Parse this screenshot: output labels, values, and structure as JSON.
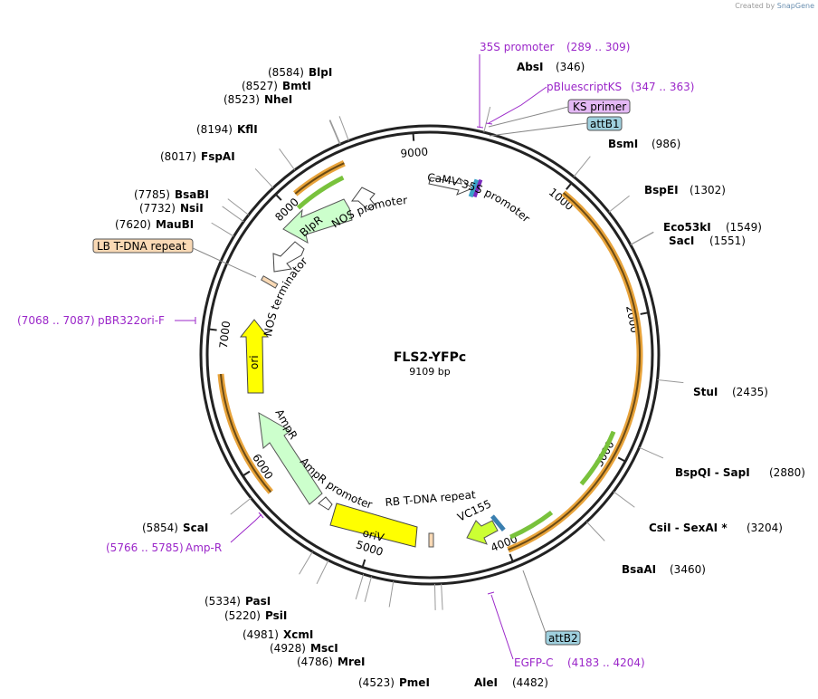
{
  "credit": {
    "prefix": "Created by",
    "brand": "SnapGene"
  },
  "plasmid": {
    "name": "FLS2-YFPc",
    "size_label": "9109 bp",
    "length": 9109
  },
  "colors": {
    "backbone": "#222222",
    "orf": "#e8a33a",
    "orf_inner": "#6a4a14",
    "green_orf": "#79c23c",
    "primer": "#9b27c9",
    "ori": "#ffff00",
    "ampr": "#ccffcc",
    "terminator": "#ffffff",
    "lb": "#f9d9b5",
    "attb": "#9fd0de",
    "ks": "#e4b8f5",
    "vc155": "#ccff33"
  },
  "ticks": [
    {
      "pos": 1000,
      "label": "1000"
    },
    {
      "pos": 2000,
      "label": "2000"
    },
    {
      "pos": 3000,
      "label": "3000"
    },
    {
      "pos": 4000,
      "label": "4000"
    },
    {
      "pos": 5000,
      "label": "5000"
    },
    {
      "pos": 6000,
      "label": "6000"
    },
    {
      "pos": 7000,
      "label": "7000"
    },
    {
      "pos": 8000,
      "label": "8000"
    },
    {
      "pos": 9000,
      "label": "9000"
    }
  ],
  "enzymes": [
    {
      "name": "AbsI",
      "pos_label": "(346)",
      "pos": 346
    },
    {
      "name": "BsmI",
      "pos_label": "(986)",
      "pos": 986
    },
    {
      "name": "BspEI",
      "pos_label": "(1302)",
      "pos": 1302
    },
    {
      "name": "Eco53kI",
      "pos_label": "(1549)",
      "pos": 1549
    },
    {
      "name": "SacI",
      "pos_label": "(1551)",
      "pos": 1551
    },
    {
      "name": "StuI",
      "pos_label": "(2435)",
      "pos": 2435
    },
    {
      "name": "BspQI  - SapI",
      "pos_label": "(2880)",
      "pos": 2880
    },
    {
      "name": "CsiI  - SexAI *",
      "pos_label": "(3204)",
      "pos": 3204
    },
    {
      "name": "BsaAI",
      "pos_label": "(3460)",
      "pos": 3460
    },
    {
      "name": "AleI",
      "pos_label": "(4482)",
      "pos": 4482
    },
    {
      "name": "PmeI",
      "pos_label": "(4523)",
      "pos": 4523
    },
    {
      "name": "MreI",
      "pos_label": "(4786)",
      "pos": 4786
    },
    {
      "name": "MscI",
      "pos_label": "(4928)",
      "pos": 4928
    },
    {
      "name": "XcmI",
      "pos_label": "(4981)",
      "pos": 4981
    },
    {
      "name": "PsiI",
      "pos_label": "(5220)",
      "pos": 5220
    },
    {
      "name": "PasI",
      "pos_label": "(5334)",
      "pos": 5334
    },
    {
      "name": "ScaI",
      "pos_label": "(5854)",
      "pos": 5854
    },
    {
      "name": "MauBI",
      "pos_label": "(7620)",
      "pos": 7620
    },
    {
      "name": "NsiI",
      "pos_label": "(7732)",
      "pos": 7732
    },
    {
      "name": "BsaBI",
      "pos_label": "(7785)",
      "pos": 7785
    },
    {
      "name": "FspAI",
      "pos_label": "(8017)",
      "pos": 8017
    },
    {
      "name": "KflI",
      "pos_label": "(8194)",
      "pos": 8194
    },
    {
      "name": "NheI",
      "pos_label": "(8523)",
      "pos": 8523
    },
    {
      "name": "BmtI",
      "pos_label": "(8527)",
      "pos": 8527
    },
    {
      "name": "BlpI",
      "pos_label": "(8584)",
      "pos": 8584
    }
  ],
  "primers": [
    {
      "name": "35S promoter",
      "range_label": "(289 .. 309)"
    },
    {
      "name": "pBluescriptKS",
      "range_label": "(347 .. 363)"
    },
    {
      "name": "EGFP-C",
      "range_label": "(4183 .. 4204)"
    },
    {
      "name": "Amp-R",
      "range_label": "(5766 .. 5785)"
    },
    {
      "name": "pBR322ori-F",
      "range_label": "(7068 .. 7087)"
    }
  ],
  "boxed_features": [
    {
      "name": "KS primer"
    },
    {
      "name": "attB1"
    },
    {
      "name": "attB2"
    },
    {
      "name": "LB T-DNA repeat"
    }
  ],
  "features": [
    {
      "name": "CaMV 35S promoter"
    },
    {
      "name": "NOS promoter"
    },
    {
      "name": "BlpR"
    },
    {
      "name": "NOS terminator"
    },
    {
      "name": "ori"
    },
    {
      "name": "AmpR"
    },
    {
      "name": "AmpR promoter"
    },
    {
      "name": "oriV"
    },
    {
      "name": "RB T-DNA repeat"
    },
    {
      "name": "VC155"
    }
  ]
}
